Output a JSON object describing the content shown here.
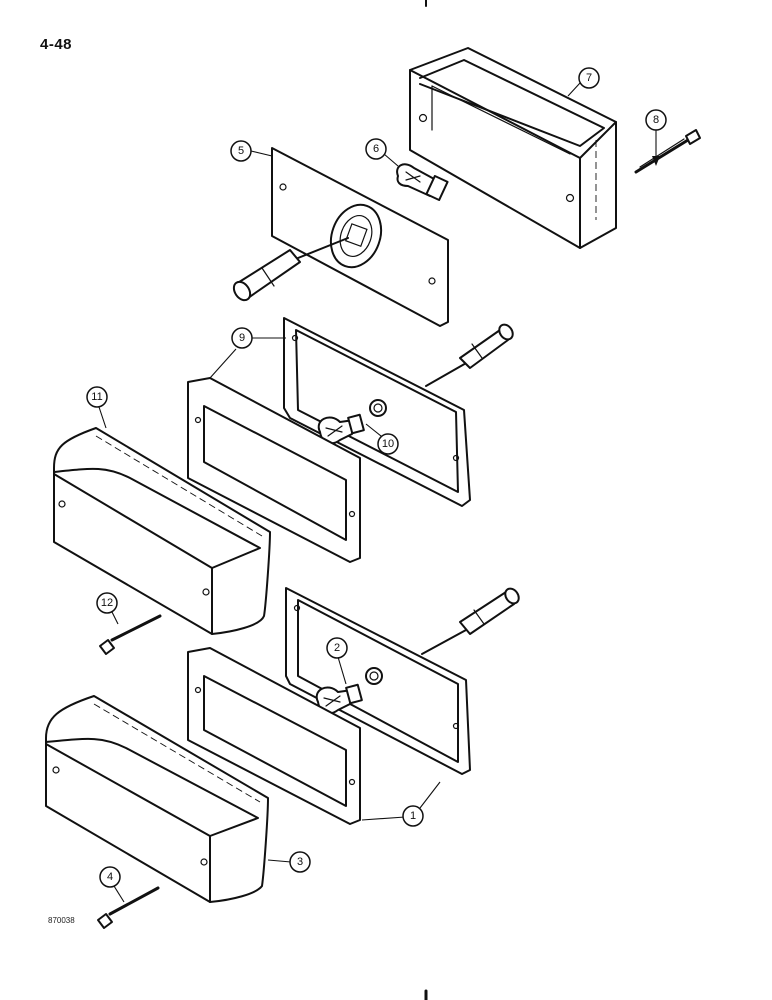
{
  "page": {
    "number": "4-48",
    "drawing_code": "870038"
  },
  "callouts": {
    "c1": "1",
    "c2": "2",
    "c3": "3",
    "c4": "4",
    "c5": "5",
    "c6": "6",
    "c7": "7",
    "c8": "8",
    "c9": "9",
    "c10": "10",
    "c11": "11",
    "c12": "12"
  }
}
